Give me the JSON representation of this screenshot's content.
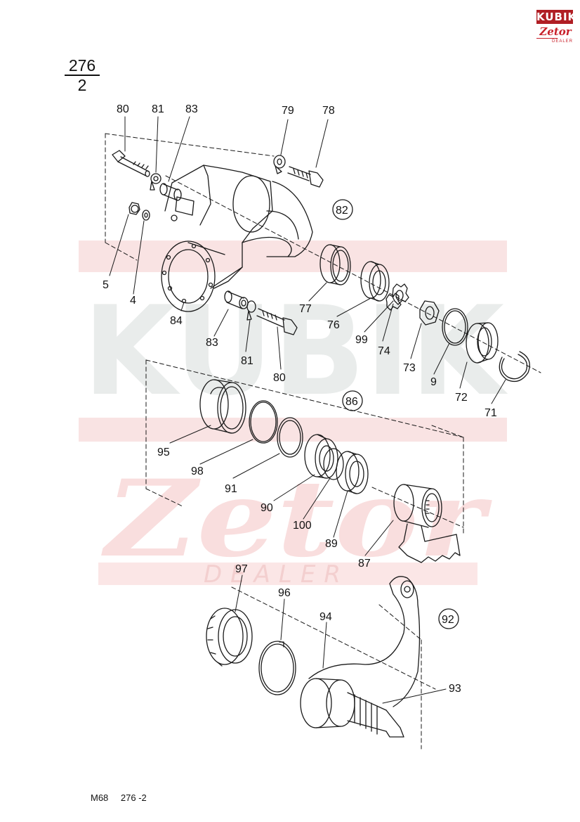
{
  "logo": {
    "brand_top": "KUBIK",
    "brand_mid": "Zetor",
    "brand_bot": "DEALER"
  },
  "figure": {
    "num_top": "276",
    "num_bottom": "2"
  },
  "footer": {
    "model": "M68",
    "page_ref": "276 -2"
  },
  "watermark": {
    "brand": "KUBIK",
    "script": "Zetor",
    "sub": "DEALER"
  },
  "labels": {
    "p80a": "80",
    "p81a": "81",
    "p83a": "83",
    "p79": "79",
    "p78": "78",
    "p82": "82",
    "p5": "5",
    "p4": "4",
    "p84": "84",
    "p83b": "83",
    "p81b": "81",
    "p80b": "80",
    "p77": "77",
    "p76": "76",
    "p99": "99",
    "p74": "74",
    "p73": "73",
    "p9": "9",
    "p72": "72",
    "p71": "71",
    "p86": "86",
    "p95": "95",
    "p98": "98",
    "p91": "91",
    "p90": "90",
    "p100": "100",
    "p89": "89",
    "p87": "87",
    "p97": "97",
    "p96": "96",
    "p94": "94",
    "p92": "92",
    "p93": "93"
  },
  "colors": {
    "line": "#1a1a1a",
    "watermark_gray": "#e9eceb",
    "watermark_red": "#f6d4d4",
    "brand_red": "#b01e24"
  }
}
